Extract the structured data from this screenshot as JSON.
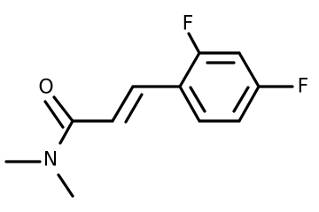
{
  "structure": {
    "atoms": {
      "F_ortho": "F",
      "F_para": "F",
      "O_carbonyl": "O",
      "N_amide": "N"
    }
  },
  "colors": {
    "bond": "#000000",
    "label": "#000000",
    "background": "#ffffff"
  }
}
